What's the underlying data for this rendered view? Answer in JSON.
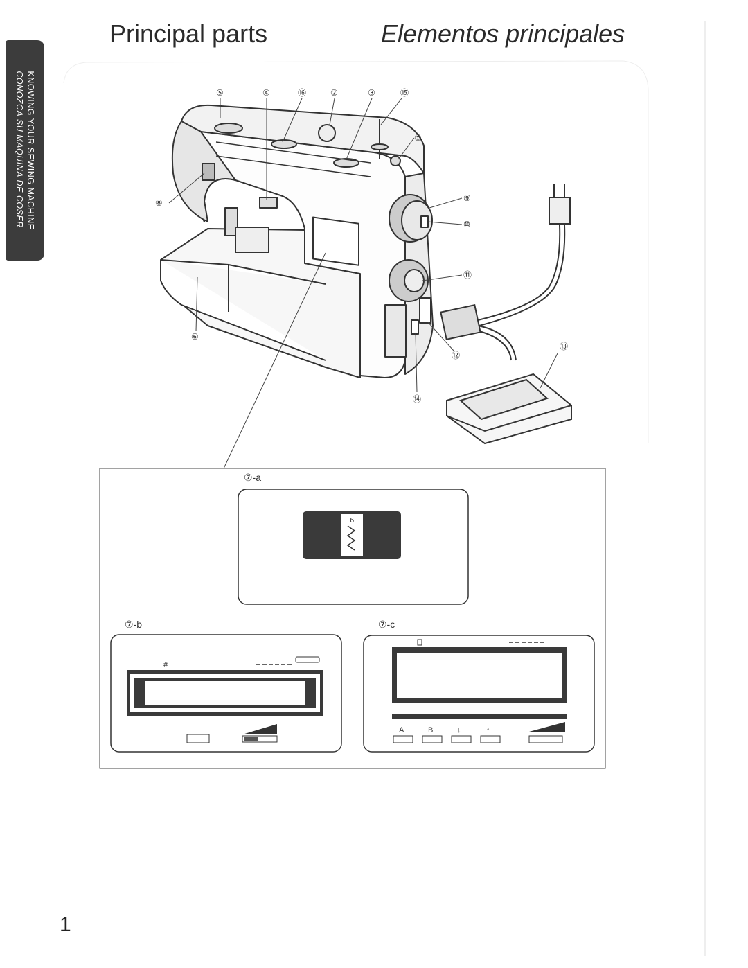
{
  "page": {
    "title_en": "Principal parts",
    "title_es": "Elementos principales",
    "page_number": "1"
  },
  "side_tab": {
    "line1": "KNOWING YOUR SEWING MACHINE",
    "line2": "CONOZCA SU MAQUINA DE COSER"
  },
  "callouts": [
    "①",
    "②",
    "③",
    "④",
    "⑤",
    "⑥",
    "⑧",
    "⑨",
    "⑩",
    "⑪",
    "⑫",
    "⑬",
    "⑭",
    "⑮",
    "⑯"
  ],
  "panels": {
    "a": {
      "label": "⑦-a",
      "digit": "6"
    },
    "b": {
      "label": "⑦-b",
      "symbol": "#"
    },
    "c": {
      "label": "⑦-c",
      "buttons": [
        "A",
        "B",
        "↓",
        "↑"
      ]
    }
  }
}
